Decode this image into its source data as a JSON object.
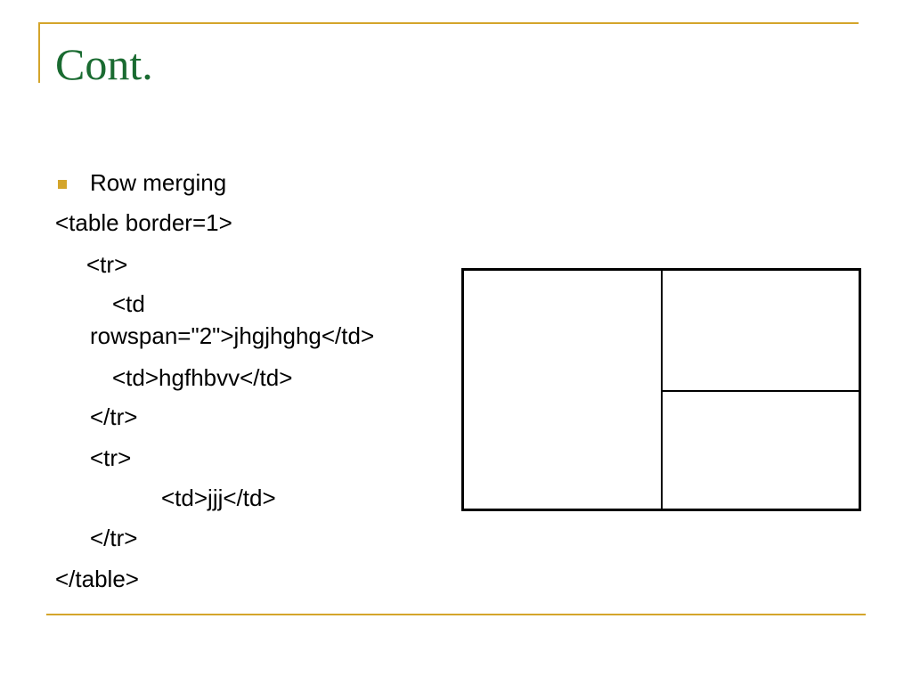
{
  "slide": {
    "title": "Cont.",
    "accent_color": "#d4a52b",
    "title_color": "#1a6b31"
  },
  "content": {
    "bullet_icon": "square-bullet-icon",
    "bullet": "Row merging",
    "code_lines": [
      "<table border=1>",
      "<tr>",
      "<td",
      "rowspan=\"2\">jhgjhghg</td>",
      "<td>hgfhbvv</td>",
      "</tr>",
      "<tr>",
      "<td>jjj</td>",
      "</tr>",
      "</table>"
    ]
  },
  "example_table": {
    "rows": 2,
    "columns": 2,
    "merged_cell": "first column spans 2 rows"
  }
}
